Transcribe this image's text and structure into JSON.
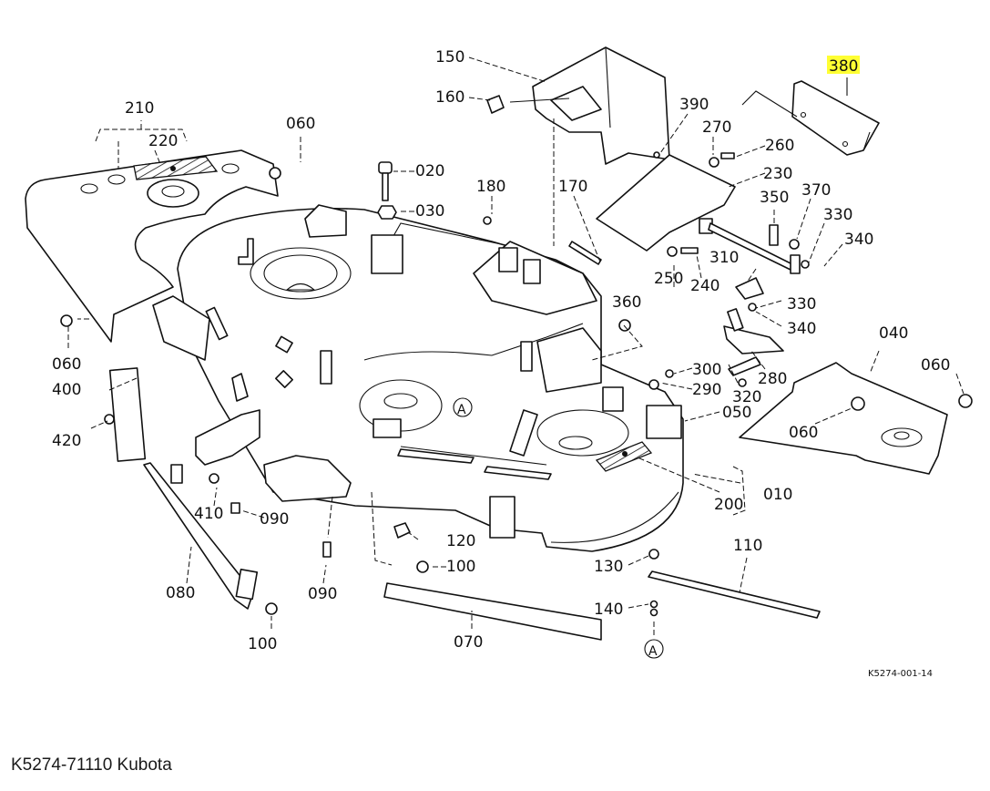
{
  "caption": "K5274-71110 Kubota",
  "drawing_ref": "K5274-001-14",
  "highlight_color": "#ffff33",
  "callouts": {
    "p010": "010",
    "p020": "020",
    "p030": "030",
    "p040": "040",
    "p050": "050",
    "p060a": "060",
    "p060b": "060",
    "p060c": "060",
    "p060d": "060",
    "p070": "070",
    "p080": "080",
    "p090a": "090",
    "p090b": "090",
    "p100a": "100",
    "p100b": "100",
    "p110": "110",
    "p120": "120",
    "p130": "130",
    "p140": "140",
    "p150": "150",
    "p160": "160",
    "p170": "170",
    "p180": "180",
    "p200": "200",
    "p210": "210",
    "p220": "220",
    "p230": "230",
    "p240": "240",
    "p250": "250",
    "p260": "260",
    "p270": "270",
    "p280": "280",
    "p290": "290",
    "p300": "300",
    "p310": "310",
    "p320": "320",
    "p330a": "330",
    "p330b": "330",
    "p340a": "340",
    "p340b": "340",
    "p350": "350",
    "p360": "360",
    "p370": "370",
    "p380": "380",
    "p390": "390",
    "p400": "400",
    "p410": "410",
    "p420": "420"
  },
  "ref_markers": {
    "a1": "A",
    "a2": "A"
  },
  "highlighted_part": "380"
}
